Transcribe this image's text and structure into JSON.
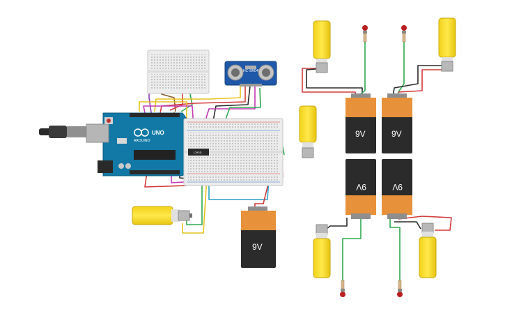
{
  "batteries": [
    {
      "id": "battery-main",
      "label": "9V"
    },
    {
      "id": "battery-top-left",
      "label": "9V"
    },
    {
      "id": "battery-top-right",
      "label": "9V"
    },
    {
      "id": "battery-bottom-left",
      "label": "9V"
    },
    {
      "id": "battery-bottom-right",
      "label": "9V"
    }
  ],
  "arduino": {
    "board_label": "UNO",
    "brand_label": "ARDUINO"
  },
  "ultrasonic": {
    "label": "HC-SR04"
  },
  "ic": {
    "label": "L293D"
  }
}
